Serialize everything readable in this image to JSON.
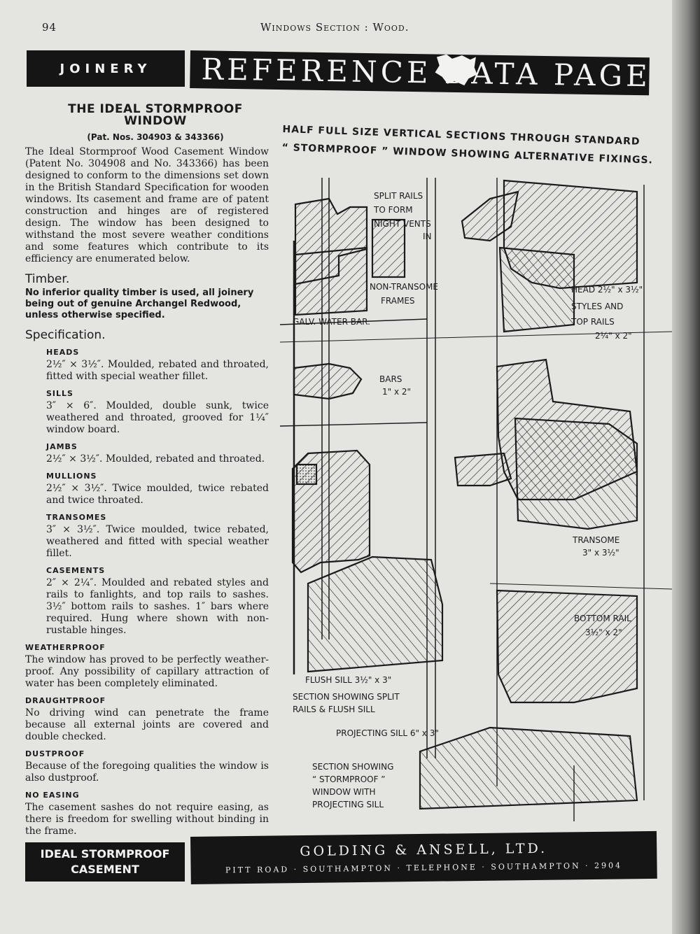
{
  "running_head": {
    "page_number": "94",
    "title": "Windows Section : Wood."
  },
  "banner": {
    "left": "JOINERY",
    "right": "REFERENCE DATA PAGE"
  },
  "product": {
    "title": "THE IDEAL STORMPROOF WINDOW",
    "patent_nos": "(Pat. Nos. 304903 & 343366)",
    "intro": "The Ideal Stormproof Wood Casement Window (Patent No. 304908 and No. 343366) has been designed to conform to the dimensions set down in the British Standard Specification for wooden windows. Its casement and frame are of patent construction and hinges are of registered design. The window has been designed to withstand the most severe weather conditions and some features which contribute to its efficiency are enumerated below."
  },
  "timber": {
    "heading": "Timber.",
    "text": "No inferior quality timber is used, all joinery being out of genuine Archangel Redwood, unless otherwise specified."
  },
  "specification": {
    "heading": "Specification.",
    "items": [
      {
        "name": "HEADS",
        "text": "2½″ × 3½″. Moulded, rebated and throated, fitted with special weather fillet."
      },
      {
        "name": "SILLS",
        "text": "3″ × 6″. Moulded, double sunk, twice weathered and throated, grooved for 1¼″ window board."
      },
      {
        "name": "JAMBS",
        "text": "2½″ × 3½″. Moulded, rebated and throated."
      },
      {
        "name": "MULLIONS",
        "text": "2½″ × 3½″. Twice moulded, twice rebated and twice throated."
      },
      {
        "name": "TRANSOMES",
        "text": "3″ × 3½″. Twice moulded, twice rebated, weathered and fitted with special weather fillet."
      },
      {
        "name": "CASEMENTS",
        "text": "2″ × 2¼″. Moulded and rebated styles and rails to fanlights, and top rails to sashes. 3½″ bottom rails to sashes. 1″ bars where required. Hung where shown with non-rustable hinges."
      }
    ]
  },
  "properties": [
    {
      "name": "WEATHERPROOF",
      "text": "The window has proved to be perfectly weather-proof. Any possibility of capillary attraction of water has been completely eliminated."
    },
    {
      "name": "DRAUGHTPROOF",
      "text": "No driving wind can penetrate the frame because all external joints are covered and double checked."
    },
    {
      "name": "DUSTPROOF",
      "text": "Because of the foregoing qualities the window is also dustproof."
    },
    {
      "name": "NO EASING",
      "text": "The casement sashes do not require easing, as there is freedom for swelling without binding in the frame."
    }
  ],
  "diagram": {
    "title_line1": "HALF FULL SIZE VERTICAL SECTIONS THROUGH STANDARD",
    "title_line2": "“ STORMPROOF ” WINDOW SHOWING ALTERNATIVE FIXINGS.",
    "labels": {
      "split_rails_1": "SPLIT RAILS",
      "split_rails_2": "TO FORM",
      "split_rails_3": "NIGHT VENTS",
      "split_rails_4": "IN",
      "non_transome_1": "NON-TRANSOME",
      "non_transome_2": "FRAMES",
      "galv_water_bar": "GALV. WATER BAR.",
      "bars_1": "BARS",
      "bars_2": "1\" x 2\"",
      "head_1": "HEAD 2½\" x 3½\"",
      "head_2": "STYLES AND",
      "head_3": "TOP RAILS",
      "head_4": "2¼\" x 2\"",
      "transome_1": "TRANSOME",
      "transome_2": "3\" x 3½\"",
      "bottom_rail_1": "BOTTOM RAIL",
      "bottom_rail_2": "3½\" x 2\"",
      "flush_sill": "FLUSH SILL 3½\" x 3\"",
      "split_section_1": "SECTION SHOWING SPLIT",
      "split_section_2": "RAILS & FLUSH SILL",
      "projecting_sill": "PROJECTING SILL 6\" x 3\"",
      "stormproof_section_1": "SECTION SHOWING",
      "stormproof_section_2": "“ STORMPROOF ”",
      "stormproof_section_3": "WINDOW WITH",
      "stormproof_section_4": "PROJECTING SILL"
    }
  },
  "footer": {
    "left_line1": "IDEAL STORMPROOF",
    "left_line2": "CASEMENT",
    "company": "GOLDING & ANSELL, LTD.",
    "address": "PITT ROAD · SOUTHAMPTON · TELEPHONE · SOUTHAMPTON · 2904"
  }
}
